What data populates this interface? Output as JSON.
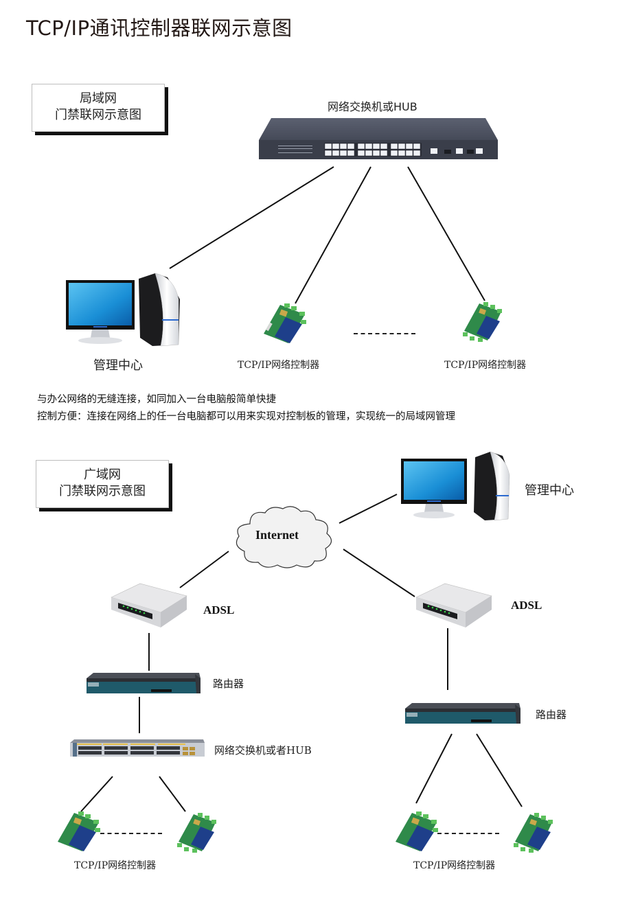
{
  "title": "TCP/IP通讯控制器联网示意图",
  "lan": {
    "box_line1": "局域网",
    "box_line2": "门禁联网示意图",
    "switch_label": "网络交换机或HUB",
    "management_label": "管理中心",
    "controller_label_1": "TCP/IP网络控制器",
    "controller_label_2": "TCP/IP网络控制器",
    "description_line1": "与办公网络的无缝连接，如同加入一台电脑般简单快捷",
    "description_line2": "控制方便：连接在网络上的任一台电脑都可以用来实现对控制板的管理，实现统一的局域网管理"
  },
  "wan": {
    "box_line1": "广域网",
    "box_line2": "门禁联网示意图",
    "internet_label": "Internet",
    "management_label": "管理中心",
    "left_adsl_label": "ADSL",
    "right_adsl_label": "ADSL",
    "left_router_label": "路由器",
    "right_router_label": "路由器",
    "left_switch_label": "网络交换机或者HUB",
    "left_controller_label": "TCP/IP网络控制器",
    "right_controller_label": "TCP/IP网络控制器"
  },
  "colors": {
    "switch_body": "#3d4250",
    "monitor_screen": "#1a8fd6",
    "controller_board": "#2f8a4a",
    "router_front": "#1f5a6a",
    "cloud_fill": "#f2f2f2"
  }
}
